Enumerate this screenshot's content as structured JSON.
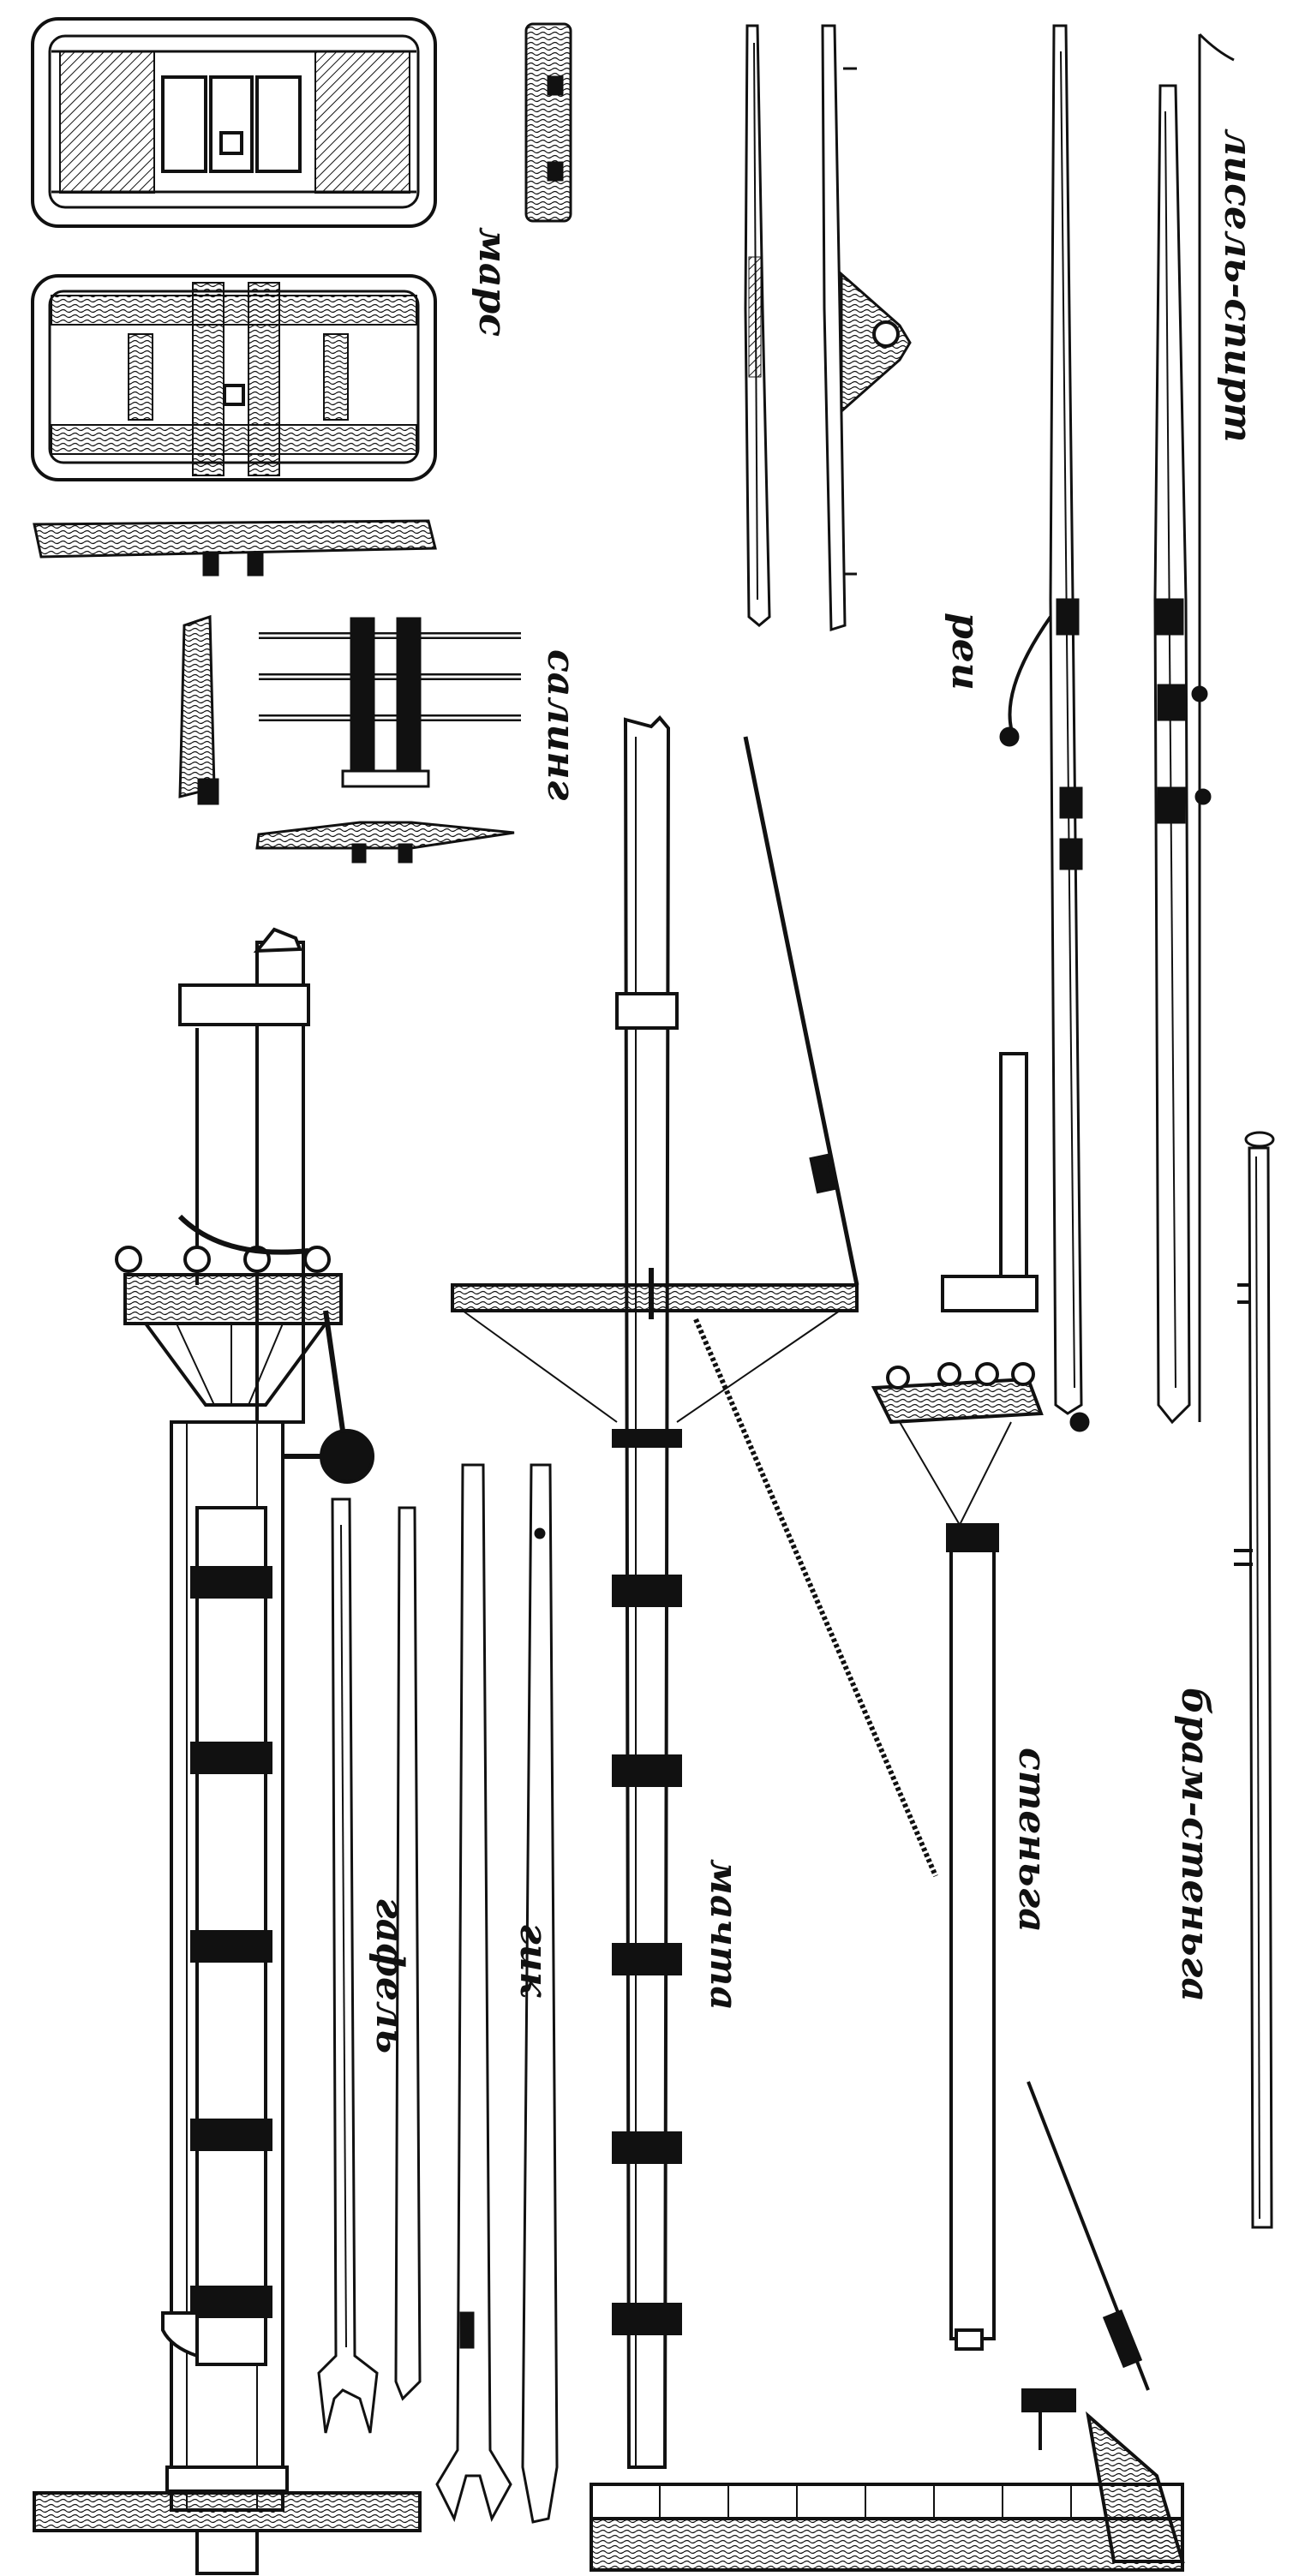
{
  "labels": {
    "mars": "марс",
    "salinq": "салинг",
    "rei": "реи",
    "lisel_spirt": "лисель-спирт",
    "gafel": "гафель",
    "gik": "гик",
    "machta": "мачта",
    "stenga": "стеньга",
    "bram_stenga": "брам-стеньга"
  },
  "colors": {
    "ink": "#111111",
    "paper": "#ffffff",
    "wood": "#e8e2d2"
  }
}
